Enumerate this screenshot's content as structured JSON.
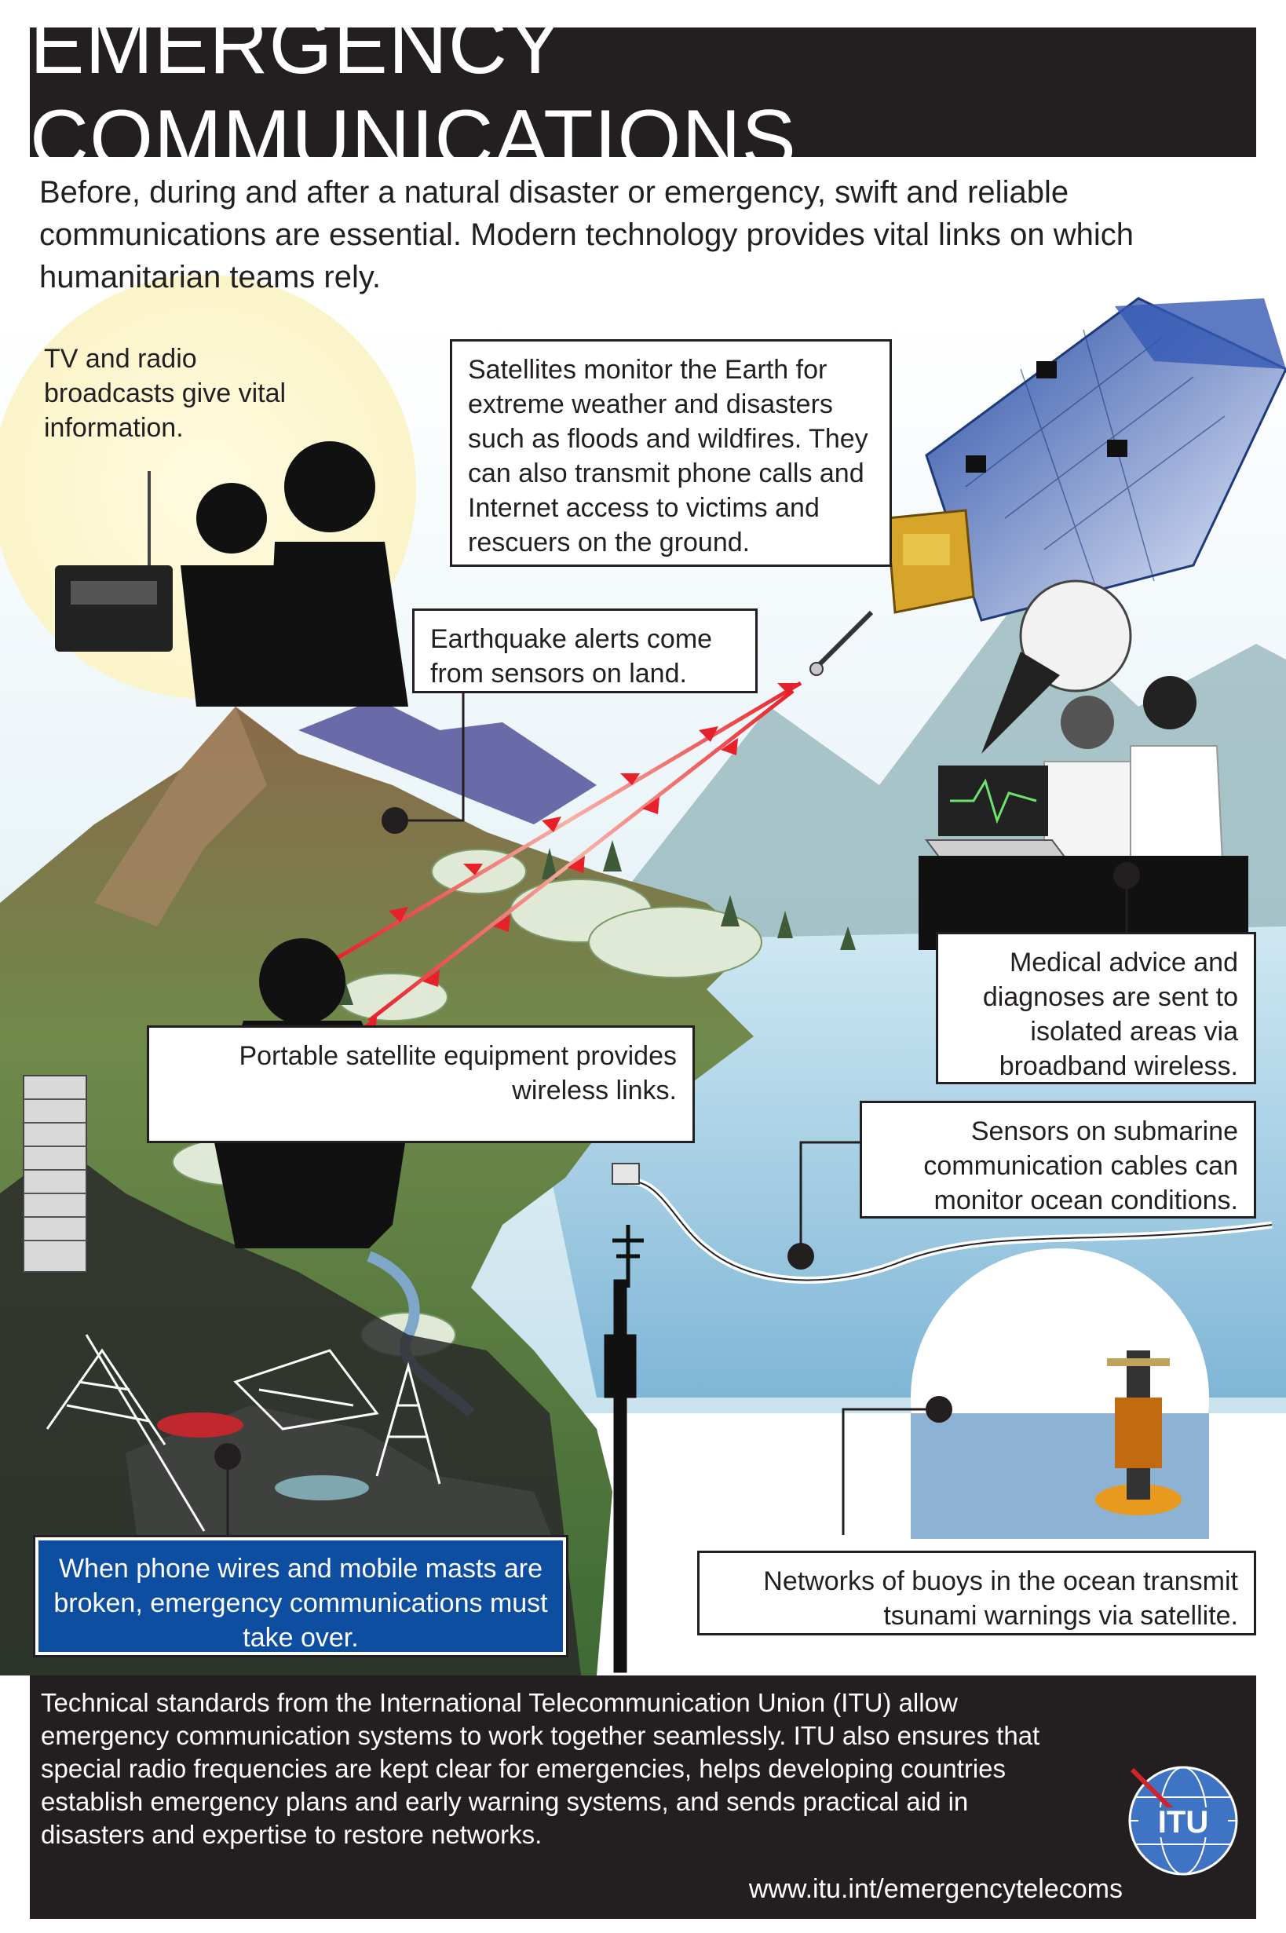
{
  "title": "EMERGENCY COMMUNICATIONS",
  "intro": "Before, during and after a natural disaster or emergency, swift and reliable communications are essential. Modern technology provides vital links on which humanitarian teams rely.",
  "callouts": {
    "tv_radio": "TV and radio broadcasts give vital information.",
    "satellites": "Satellites monitor the Earth for extreme weather and disasters such as floods and wildfires. They can also transmit phone calls and Internet access to victims and rescuers on the ground.",
    "earthquake": "Earthquake alerts come from sensors on land.",
    "portable": "Portable satellite equipment provides wireless links.",
    "medical": "Medical advice and diagnoses are sent to isolated areas via broadband wireless.",
    "submarine": "Sensors on submarine communication cables can monitor ocean conditions.",
    "broken": "When phone wires and mobile masts are broken, emergency communications must take over.",
    "buoys": "Networks of buoys in the ocean transmit tsunami warnings via satellite."
  },
  "footer": {
    "text": "Technical standards from the International Telecommunication Union (ITU) allow emergency communication systems to work together seamlessly. ITU also ensures that special radio frequencies are kept clear for emergencies, helps developing countries establish emergency plans and early warning systems, and sends practical aid in disasters and expertise to restore networks.",
    "url": "www.itu.int/emergencytelecoms",
    "logo_text": "ITU"
  },
  "colors": {
    "dark": "#231f20",
    "blue_box": "#0d4ea1",
    "signal_red": "#e8202a",
    "sea": "#a9d3e8",
    "mountain": "#5f7f45"
  },
  "icons": [
    "radio-icon",
    "family-silhouette-icon",
    "satellite-icon",
    "doctors-icon",
    "laptop-icon",
    "phone-person-silhouette-icon",
    "buoy-icon",
    "pylon-icon",
    "mobile-mast-icon",
    "cable-icon",
    "globe-icon"
  ]
}
